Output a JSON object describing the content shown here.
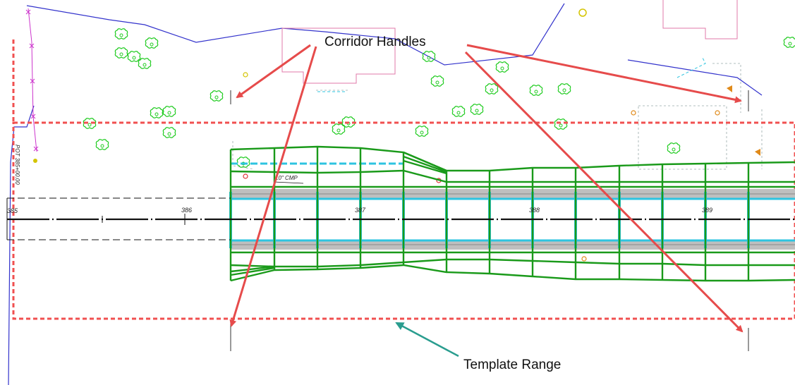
{
  "annotations": {
    "corridor_handles": "Corridor Handles",
    "template_range": "Template Range"
  },
  "stations": {
    "s385": "385",
    "s386": "386",
    "s387": "387",
    "s388": "388",
    "s389": "389",
    "pot": "POT 385+00.00"
  },
  "labels": {
    "culvert": "10\" CMP"
  },
  "colors": {
    "arrow_red": "#e64b4b",
    "arrow_teal": "#2a9d8f",
    "corridor_green": "#1a9a1a",
    "tree_green": "#22cc22",
    "lane_cyan": "#2ec4e0",
    "range_red": "#f05050",
    "boundary_blue": "#3333cc",
    "building_pink": "#e07aa8"
  }
}
